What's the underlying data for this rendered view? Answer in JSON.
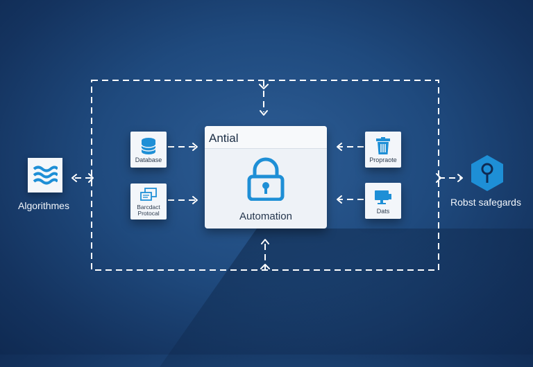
{
  "center": {
    "title": "Antial",
    "caption": "Automation",
    "icon": "padlock-icon"
  },
  "left_inputs": [
    {
      "label": "Database",
      "icon": "database-icon"
    },
    {
      "label_line1": "Barcdact",
      "label_line2": "Protocal",
      "icon": "chat-windows-icon"
    }
  ],
  "right_inputs": [
    {
      "label": "Propraote",
      "icon": "trash-bin-icon"
    },
    {
      "label": "Dats",
      "icon": "monitor-icon"
    }
  ],
  "outer_left": {
    "label": "Algorithmes",
    "icon": "waves-icon"
  },
  "outer_right": {
    "label": "Robst safegards",
    "icon": "key-hexagon-icon"
  },
  "colors": {
    "accent": "#1e8fd6",
    "line": "#ffffff",
    "bg_dark": "#14335f",
    "bg_light": "#2d5d95"
  }
}
